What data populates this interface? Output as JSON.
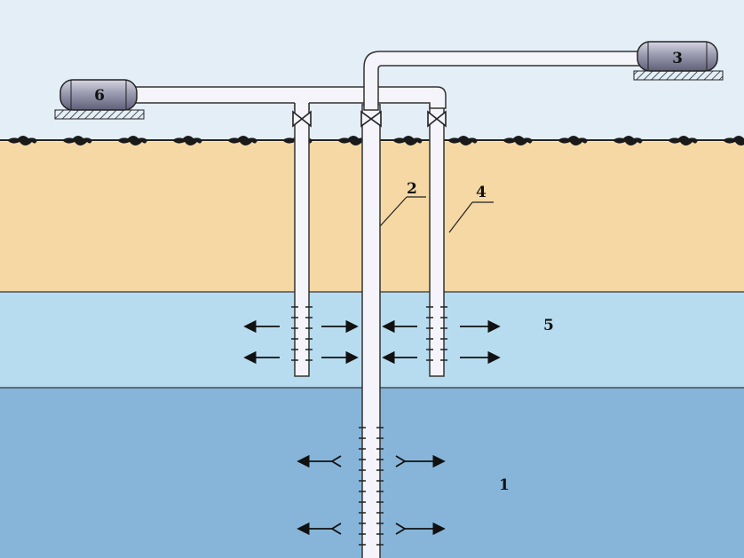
{
  "diagram": {
    "labels": {
      "deep_aquifer": "1",
      "injection_well": "2",
      "tank_right": "3",
      "observation_well": "4",
      "upper_aquifer": "5",
      "tank_left": "6"
    },
    "colors": {
      "sky": "#e4eef7",
      "soil": "#f5d8a4",
      "upper_aquifer": "#b8dcef",
      "deep_aquifer": "#87b5d9",
      "pipe_fill": "#f4f4fa",
      "pipe_stroke": "#333333",
      "tank_fill": "#9a9ab0",
      "ground_clods": "#1a1a1a"
    }
  }
}
